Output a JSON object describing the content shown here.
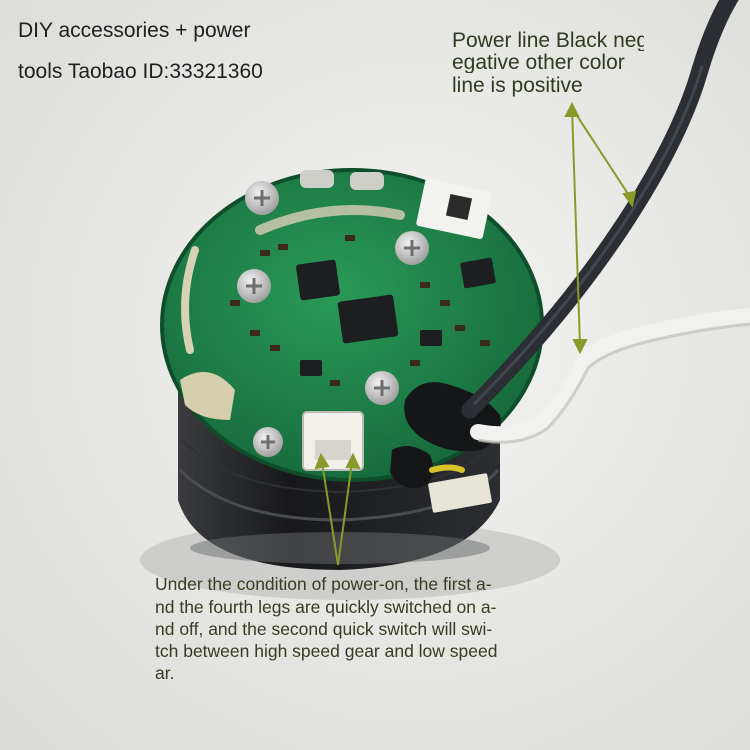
{
  "header": {
    "line1": "DIY accessories + power",
    "line2": "tools Taobao ID:33321360"
  },
  "cable_callout": {
    "line1": "Power line Black negative",
    "line2": "egative other color",
    "line3": "line is positive"
  },
  "connector_callout": {
    "line1": "Under the condition of power-on, the first a-",
    "line2": "nd the fourth legs are quickly switched on a-",
    "line3": "nd off, and the second quick switch will swi-",
    "line4": "tch between high speed gear and low speed",
    "line5": "ar."
  },
  "colors": {
    "background": "#e9e9e7",
    "pcb_green": "#1f7f46",
    "motor_body": "#1c1d1f",
    "arrow_line": "#8a9a2a",
    "cable_black": "#2b2f33",
    "cable_white": "#f0f0ee"
  }
}
